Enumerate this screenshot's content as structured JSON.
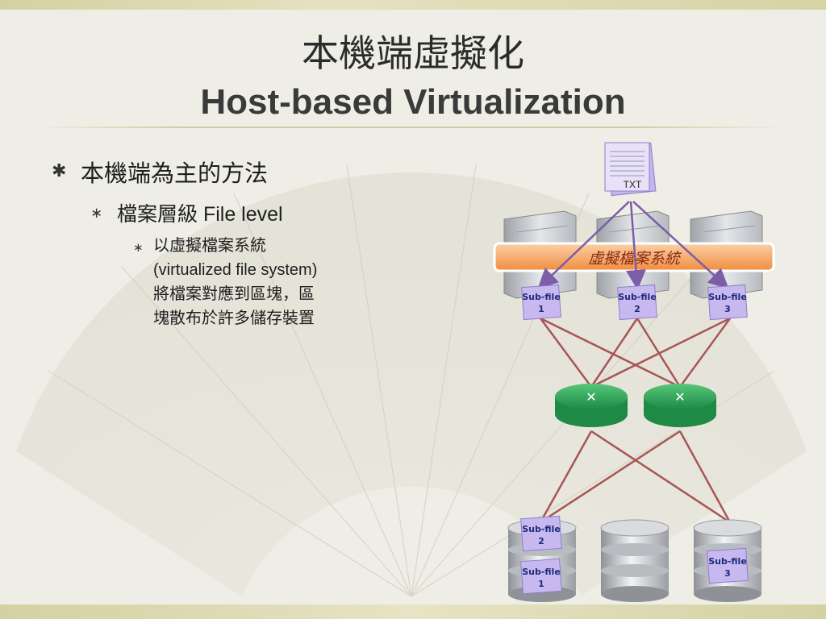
{
  "title": {
    "zh": "本機端虛擬化",
    "en": "Host-based Virtualization"
  },
  "bullets": {
    "level1": "本機端為主的方法",
    "level2": "檔案層級 File level",
    "level3": [
      "以虛擬檔案系統",
      "(virtualized file system)",
      "將檔案對應到區塊，區",
      "塊散布於許多儲存裝置"
    ]
  },
  "diagram": {
    "txt_label": "TXT",
    "vfs_label": "虛擬檔案系統",
    "server_subfiles": [
      {
        "line1": "Sub-file",
        "line2": "1"
      },
      {
        "line1": "Sub-file",
        "line2": "2"
      },
      {
        "line1": "Sub-file",
        "line2": "3"
      }
    ],
    "storage_subfiles": [
      {
        "line1": "Sub-file",
        "line2": "2"
      },
      {
        "line1": "Sub-file",
        "line2": "1"
      },
      {
        "line1": "Sub-file",
        "line2": "3"
      }
    ],
    "colors": {
      "arrow": "#7b5ea7",
      "link": "#a85555",
      "switch": "#2fa85a",
      "vfs_bar": "#f4a05a",
      "subfile": "#c8b8f0"
    }
  }
}
